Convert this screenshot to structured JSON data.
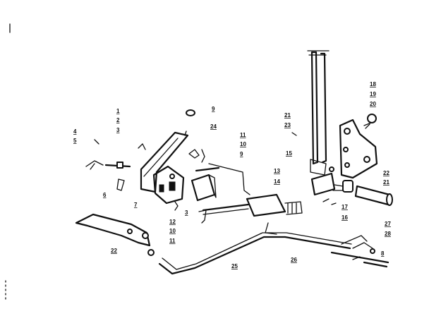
{
  "callouts": [
    "1",
    "2",
    "3",
    "4",
    "5",
    "6",
    "7",
    "9",
    "24",
    "11",
    "10",
    "9",
    "12",
    "10",
    "11",
    "3",
    "22",
    "21",
    "23",
    "15",
    "13",
    "14",
    "18",
    "19",
    "20",
    "22",
    "21",
    "17",
    "16",
    "27",
    "28",
    "8",
    "25",
    "26"
  ],
  "colors": {
    "ink": "#111111",
    "paper": "#ffffff"
  }
}
